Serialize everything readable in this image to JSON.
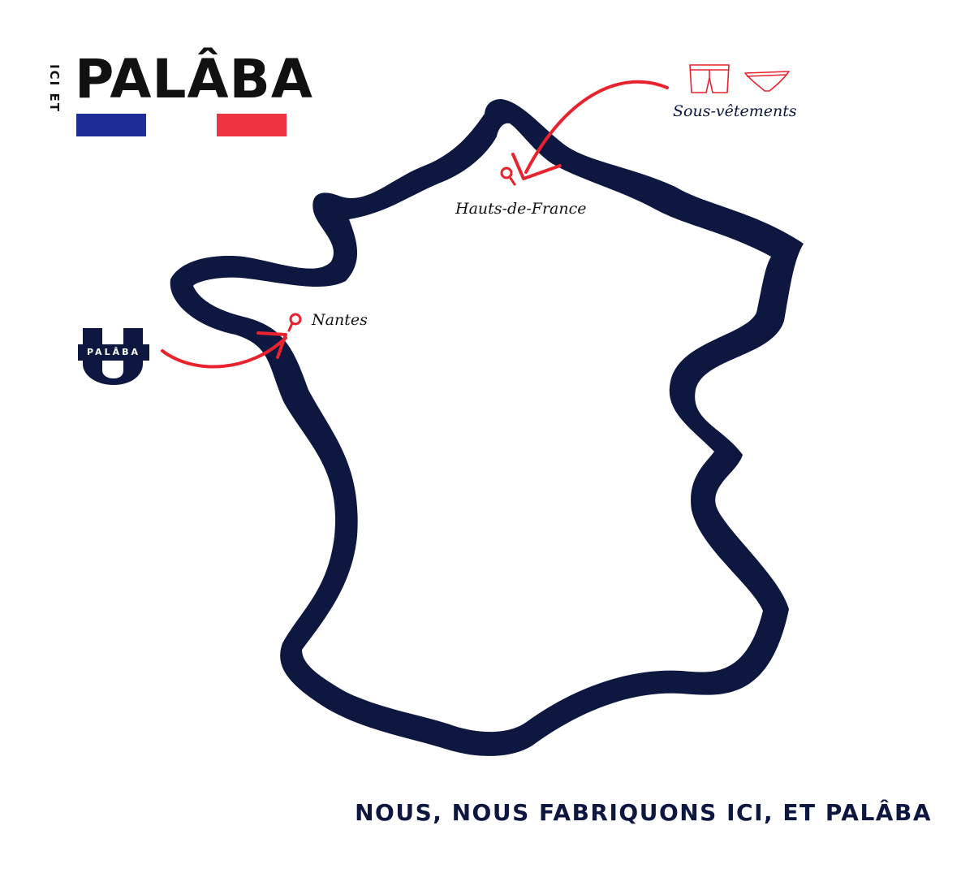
{
  "logo": {
    "side_text": "ICI ET",
    "wordmark": "PALÂBA"
  },
  "map": {
    "region_label": "Hauts-de-France",
    "city_label": "Nantes",
    "product_label": "Sous-vêtements",
    "badge_text": "PALÂBA"
  },
  "footer": {
    "tagline": "NOUS, NOUS FABRIQUONS ICI, ET PALÂBA"
  },
  "colors": {
    "navy": "#0d1740",
    "red": "#e8232e",
    "flag_blue": "#1d2f96",
    "flag_red": "#ef3340"
  },
  "icons": [
    "boxer-briefs-icon",
    "briefs-icon",
    "map-pin-icon",
    "curved-arrow-icon"
  ]
}
